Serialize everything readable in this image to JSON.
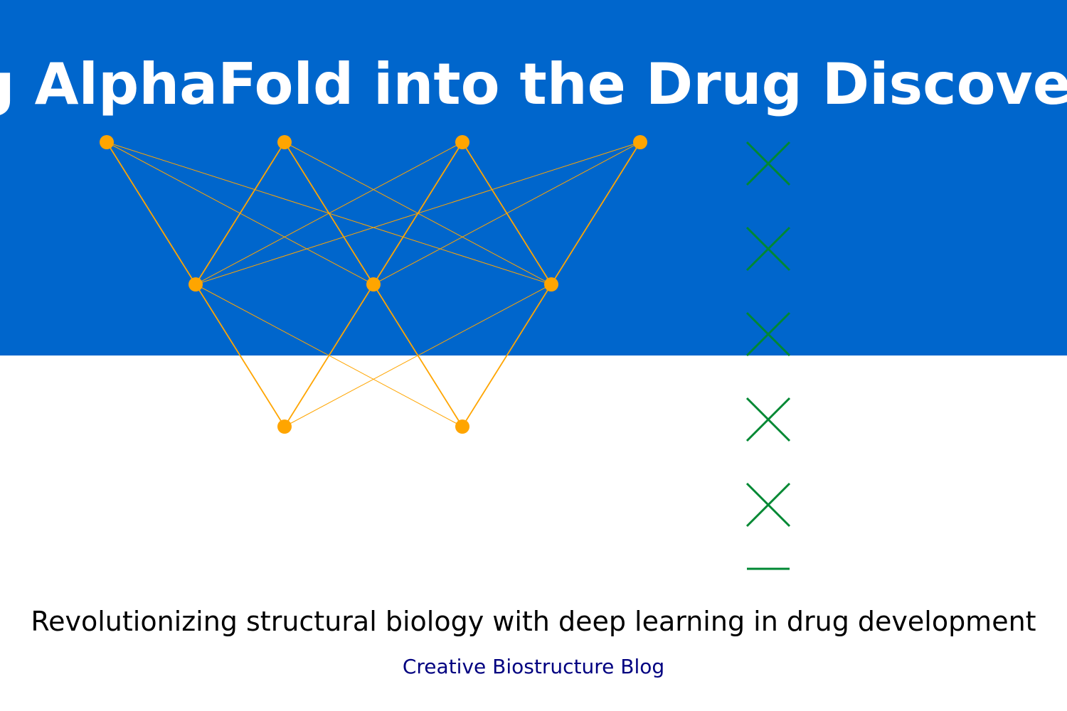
{
  "header": {
    "title": "Integrating AlphaFold into the Drug Discovery Pipeline"
  },
  "subtitle": "Revolutionizing structural biology with deep learning in drug development",
  "footer": "Creative Biostructure Blog",
  "colors": {
    "banner": "#0066cc",
    "network": "#ffa500",
    "helix": "#008833",
    "title_text": "#ffffff",
    "subtitle_text": "#000000",
    "footer_text": "#000080"
  },
  "icons": {
    "network": "neural-network-graphic",
    "helix": "dna-helix-graphic"
  }
}
